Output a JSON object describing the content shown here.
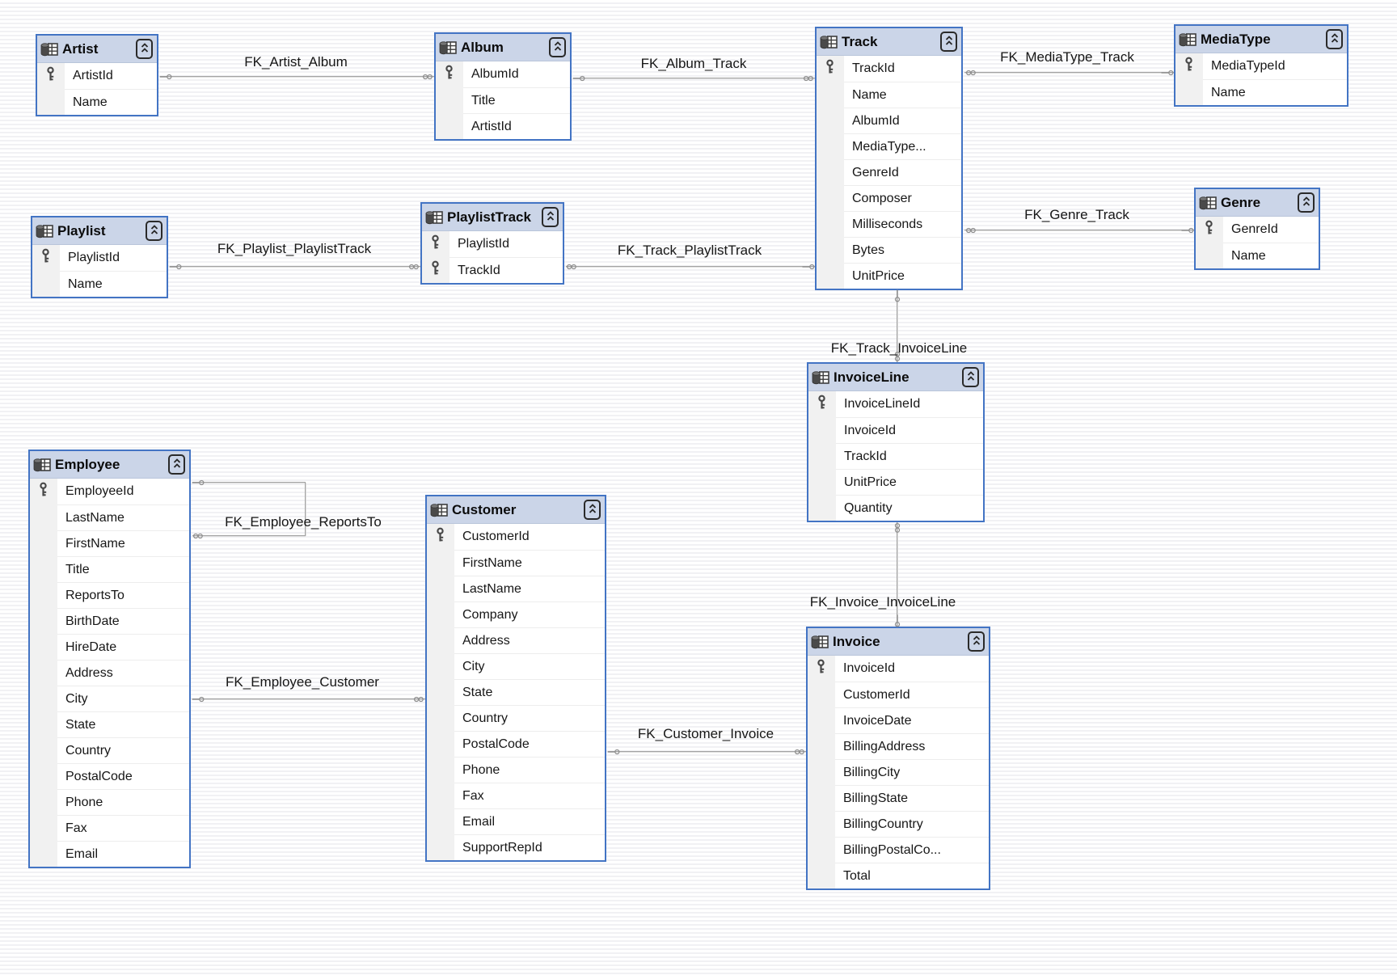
{
  "diagram": {
    "colors": {
      "table_border": "#4374c4",
      "table_header_bg": "#cbd5e8",
      "row_gutter_bg": "#f1f1f1",
      "connector_gray": "#a3a3a3",
      "canvas_stripe": "#f1f1f4",
      "text_color": "#161616"
    },
    "tables": [
      {
        "name": "Artist",
        "fields": [
          {
            "label": "ArtistId",
            "key": true
          },
          {
            "label": "Name",
            "key": false
          }
        ]
      },
      {
        "name": "Album",
        "fields": [
          {
            "label": "AlbumId",
            "key": true
          },
          {
            "label": "Title",
            "key": false
          },
          {
            "label": "ArtistId",
            "key": false
          }
        ]
      },
      {
        "name": "Track",
        "fields": [
          {
            "label": "TrackId",
            "key": true
          },
          {
            "label": "Name",
            "key": false
          },
          {
            "label": "AlbumId",
            "key": false
          },
          {
            "label": "MediaType...",
            "key": false
          },
          {
            "label": "GenreId",
            "key": false
          },
          {
            "label": "Composer",
            "key": false
          },
          {
            "label": "Milliseconds",
            "key": false
          },
          {
            "label": "Bytes",
            "key": false
          },
          {
            "label": "UnitPrice",
            "key": false
          }
        ]
      },
      {
        "name": "MediaType",
        "fields": [
          {
            "label": "MediaTypeId",
            "key": true
          },
          {
            "label": "Name",
            "key": false
          }
        ]
      },
      {
        "name": "Genre",
        "fields": [
          {
            "label": "GenreId",
            "key": true
          },
          {
            "label": "Name",
            "key": false
          }
        ]
      },
      {
        "name": "Playlist",
        "fields": [
          {
            "label": "PlaylistId",
            "key": true
          },
          {
            "label": "Name",
            "key": false
          }
        ]
      },
      {
        "name": "PlaylistTrack",
        "fields": [
          {
            "label": "PlaylistId",
            "key": true
          },
          {
            "label": "TrackId",
            "key": true
          }
        ]
      },
      {
        "name": "InvoiceLine",
        "fields": [
          {
            "label": "InvoiceLineId",
            "key": true
          },
          {
            "label": "InvoiceId",
            "key": false
          },
          {
            "label": "TrackId",
            "key": false
          },
          {
            "label": "UnitPrice",
            "key": false
          },
          {
            "label": "Quantity",
            "key": false
          }
        ]
      },
      {
        "name": "Employee",
        "fields": [
          {
            "label": "EmployeeId",
            "key": true
          },
          {
            "label": "LastName",
            "key": false
          },
          {
            "label": "FirstName",
            "key": false
          },
          {
            "label": "Title",
            "key": false
          },
          {
            "label": "ReportsTo",
            "key": false
          },
          {
            "label": "BirthDate",
            "key": false
          },
          {
            "label": "HireDate",
            "key": false
          },
          {
            "label": "Address",
            "key": false
          },
          {
            "label": "City",
            "key": false
          },
          {
            "label": "State",
            "key": false
          },
          {
            "label": "Country",
            "key": false
          },
          {
            "label": "PostalCode",
            "key": false
          },
          {
            "label": "Phone",
            "key": false
          },
          {
            "label": "Fax",
            "key": false
          },
          {
            "label": "Email",
            "key": false
          }
        ]
      },
      {
        "name": "Customer",
        "fields": [
          {
            "label": "CustomerId",
            "key": true
          },
          {
            "label": "FirstName",
            "key": false
          },
          {
            "label": "LastName",
            "key": false
          },
          {
            "label": "Company",
            "key": false
          },
          {
            "label": "Address",
            "key": false
          },
          {
            "label": "City",
            "key": false
          },
          {
            "label": "State",
            "key": false
          },
          {
            "label": "Country",
            "key": false
          },
          {
            "label": "PostalCode",
            "key": false
          },
          {
            "label": "Phone",
            "key": false
          },
          {
            "label": "Fax",
            "key": false
          },
          {
            "label": "Email",
            "key": false
          },
          {
            "label": "SupportRepId",
            "key": false
          }
        ]
      },
      {
        "name": "Invoice",
        "fields": [
          {
            "label": "InvoiceId",
            "key": true
          },
          {
            "label": "CustomerId",
            "key": false
          },
          {
            "label": "InvoiceDate",
            "key": false
          },
          {
            "label": "BillingAddress",
            "key": false
          },
          {
            "label": "BillingCity",
            "key": false
          },
          {
            "label": "BillingState",
            "key": false
          },
          {
            "label": "BillingCountry",
            "key": false
          },
          {
            "label": "BillingPostalCo...",
            "key": false
          },
          {
            "label": "Total",
            "key": false
          }
        ]
      }
    ],
    "relationships": [
      {
        "label": "FK_Artist_Album",
        "from": "Artist",
        "to": "Album"
      },
      {
        "label": "FK_Album_Track",
        "from": "Album",
        "to": "Track"
      },
      {
        "label": "FK_MediaType_Track",
        "from": "MediaType",
        "to": "Track"
      },
      {
        "label": "FK_Genre_Track",
        "from": "Genre",
        "to": "Track"
      },
      {
        "label": "FK_Playlist_PlaylistTrack",
        "from": "Playlist",
        "to": "PlaylistTrack"
      },
      {
        "label": "FK_Track_PlaylistTrack",
        "from": "Track",
        "to": "PlaylistTrack"
      },
      {
        "label": "FK_Track_InvoiceLine",
        "from": "Track",
        "to": "InvoiceLine"
      },
      {
        "label": "FK_Invoice_InvoiceLine",
        "from": "Invoice",
        "to": "InvoiceLine"
      },
      {
        "label": "FK_Employee_ReportsTo",
        "from": "Employee",
        "to": "Employee"
      },
      {
        "label": "FK_Employee_Customer",
        "from": "Employee",
        "to": "Customer"
      },
      {
        "label": "FK_Customer_Invoice",
        "from": "Customer",
        "to": "Invoice"
      }
    ]
  }
}
